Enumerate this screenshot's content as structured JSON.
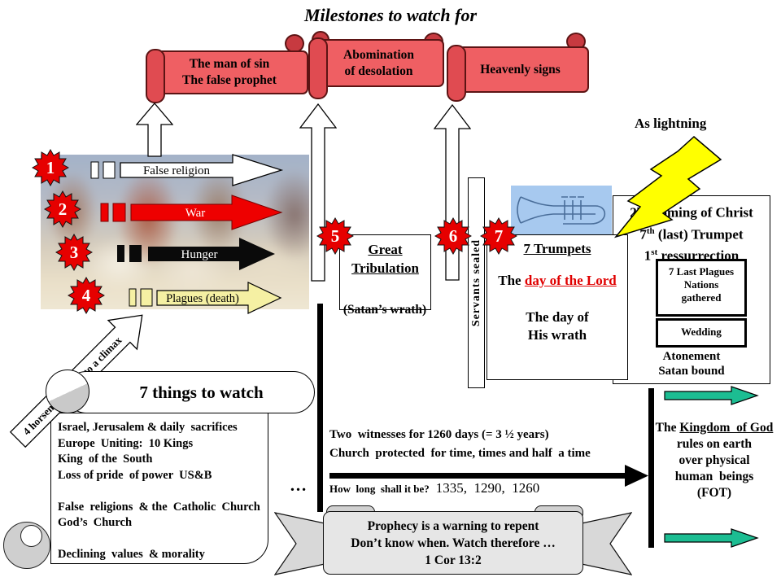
{
  "title": "Milestones to watch for",
  "banners": {
    "man_of_sin": {
      "line1": "The man of sin",
      "line2": "The false prophet"
    },
    "abomination": {
      "line1": "Abomination",
      "line2": "of desolation"
    },
    "heavenly_signs": {
      "line1": "Heavenly signs"
    }
  },
  "badges": [
    "1",
    "2",
    "3",
    "4",
    "5",
    "6",
    "7"
  ],
  "horsemen": {
    "arrow_labels": [
      "False religion",
      "War",
      "Hunger",
      "Plagues  (death)"
    ],
    "climax_label": "4 horsemen riding to a climax"
  },
  "tribulation": {
    "line1": "Great",
    "line2": "Tribulation",
    "subtitle": "(Satan’s wrath)"
  },
  "servants_sealed": "Servants sealed",
  "trumpets": {
    "title": "7 Trumpets",
    "day_prefix": "The ",
    "day_of_the_lord": "day of the Lord",
    "wrath_line1": "The day of",
    "wrath_line2": "His wrath"
  },
  "as_lightning": "As lightning",
  "second_coming": {
    "line1": {
      "num": "2",
      "sup": "nd",
      "rest": " Coming of Christ"
    },
    "line2": {
      "num": "7",
      "sup": "th",
      "rest": " (last) Trumpet"
    },
    "line3": {
      "num": "1",
      "sup": "st",
      "rest": " ressurrection"
    },
    "plagues_box": {
      "line1": "7 Last Plagues",
      "line2": "Nations",
      "line3": "gathered"
    },
    "wedding_box": "Wedding",
    "footer_line1": "Atonement",
    "footer_line2": "Satan bound"
  },
  "seven_things": {
    "title": "7 things to watch",
    "items": [
      "Israel, Jerusalem & daily  sacrifices",
      "Europe  Uniting:  10 Kings",
      "King  of the  South",
      "Loss of pride  of power  US&B",
      "",
      "False  religions  & the  Catholic  Church",
      "God’s  Church",
      "",
      "Declining  values  & morality"
    ]
  },
  "witnesses": {
    "line1": "Two  witnesses for 1260 days (= 3 ½ years)",
    "line2": "Church  protected  for time, times and half  a time",
    "ellipsis": "…",
    "question": "How  long  shall it be?",
    "numbers": "1335,  1290,  1260"
  },
  "kingdom": {
    "prefix": "The ",
    "underlined": "Kingdom  of God",
    "line2": "rules on earth",
    "line3": "over physical",
    "line4": "human  beings",
    "line5": "(FOT)"
  },
  "prophecy_banner": {
    "line1": "Prophecy is a warning to repent",
    "line2": "Don’t know when. Watch therefore …",
    "line3": "1 Cor 13:2"
  },
  "colors": {
    "scroll_red": "#ef5f63",
    "badge_red": "#e60000",
    "war_red": "#ee0000",
    "hunger_black": "#0a0a0a",
    "plagues_yellow": "#f5f0a3",
    "trumpet_bg_blue": "#a7c9ef",
    "lightning_yellow": "#ffff00",
    "kingdom_arrow_teal": "#1cbd92",
    "banner_gray": "#e6e6e6",
    "day_of_lord_red": "#e00000"
  }
}
